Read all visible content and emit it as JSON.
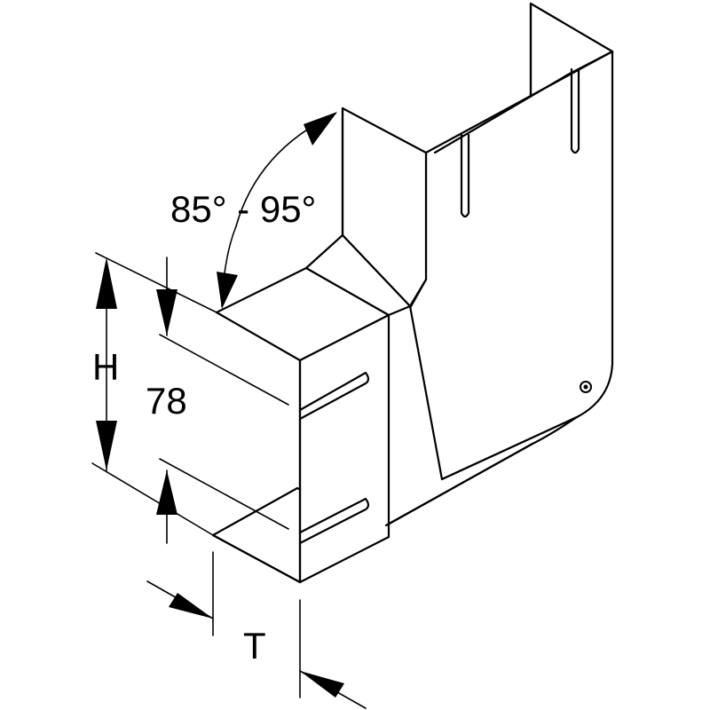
{
  "dimensions": {
    "angle": "85° - 95°",
    "height_symbol": "H",
    "height_value": "78",
    "thickness_symbol": "T"
  }
}
